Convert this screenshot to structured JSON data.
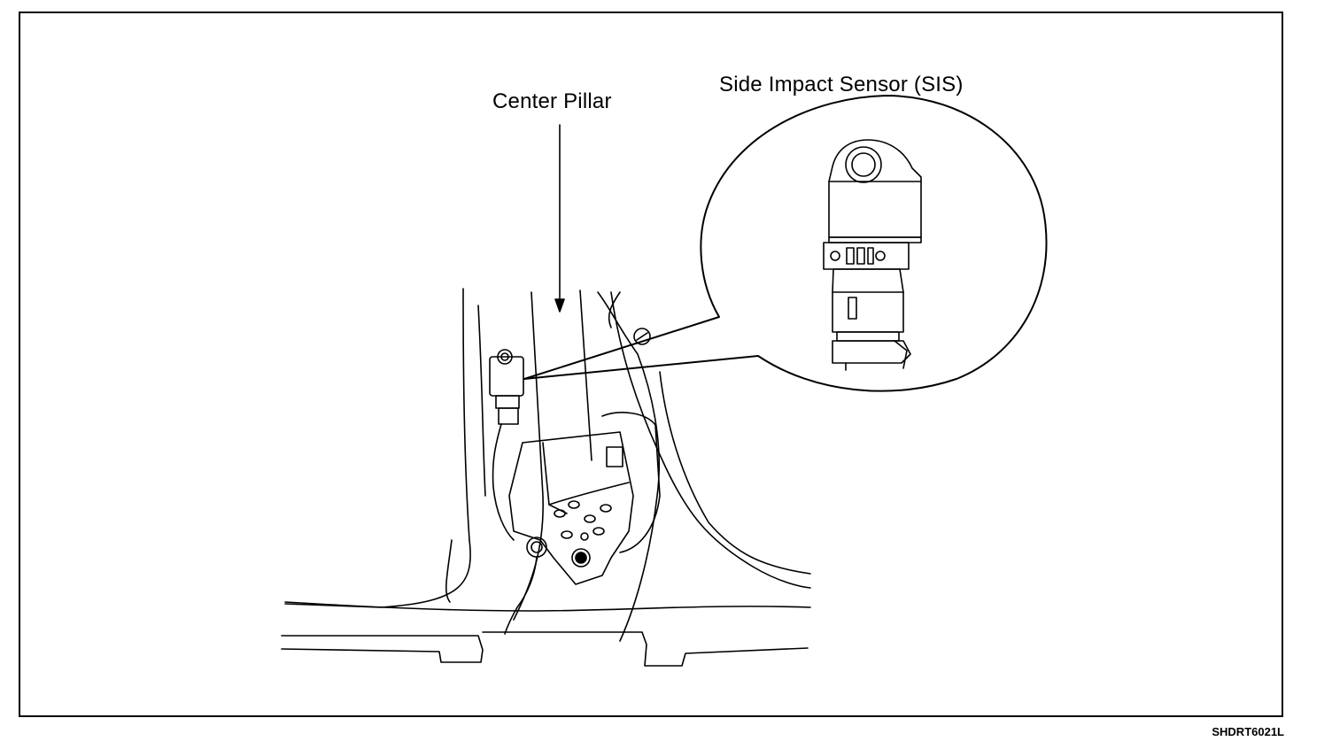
{
  "labels": {
    "center_pillar": "Center Pillar",
    "side_impact_sensor": "Side Impact Sensor (SIS)"
  },
  "figure_code": "SHDRT6021L",
  "colors": {
    "line": "#000000",
    "background": "#ffffff"
  }
}
